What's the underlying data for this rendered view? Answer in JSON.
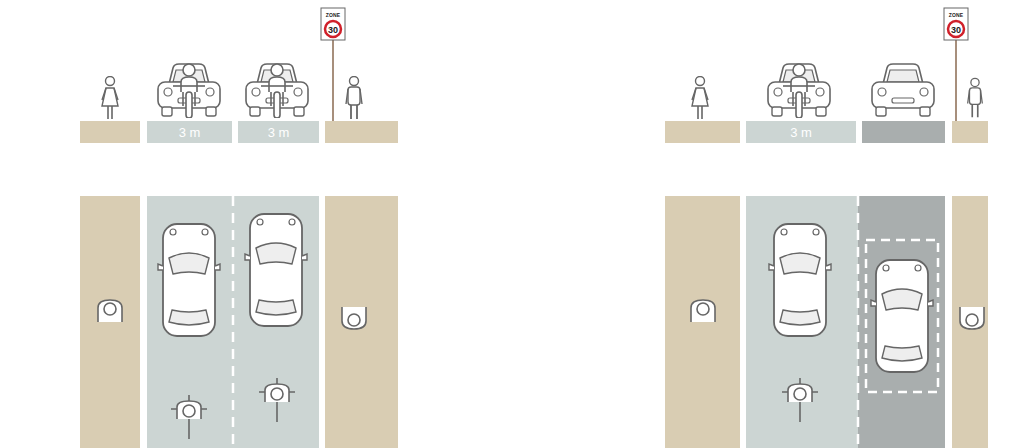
{
  "diagram": {
    "labels": [
      "ZONE",
      "30",
      "3 m",
      "3 m",
      "ZONE",
      "30",
      "3 m"
    ]
  }
}
